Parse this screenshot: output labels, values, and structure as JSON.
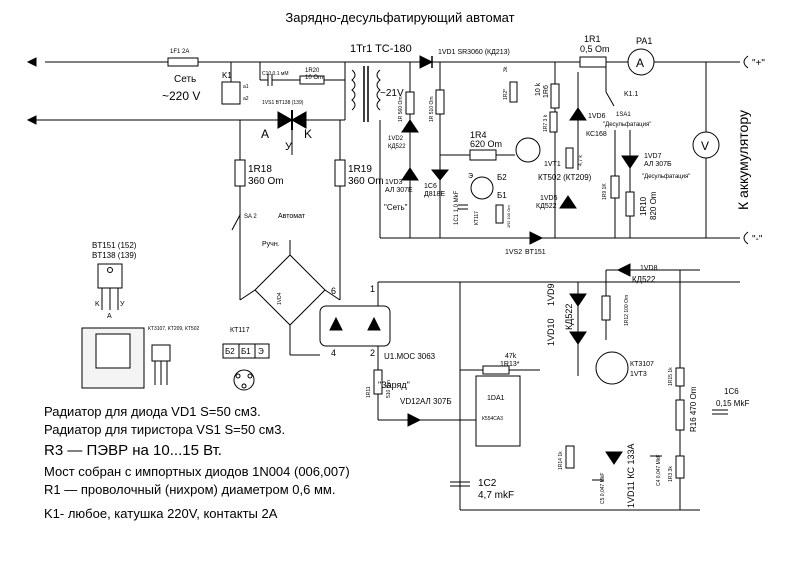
{
  "title": "Зарядно-десульфатирующий автомат",
  "top": {
    "fuse": "1F1 2A",
    "mains_label": "Сеть",
    "mains_voltage": "~220 V",
    "relay": "K1",
    "c10": "C10 0.1 мМ",
    "r20": "1R20",
    "r20_val": "10 Om",
    "thyristor": "1VS1 BT138 (139)",
    "transformer": "1Tr1 TC-180",
    "sec_voltage": "~21V",
    "vd1": "1VD1 SR3060 (КД213)",
    "r1": "1R1",
    "r1_val": "0,5 Om",
    "pa1": "PA1",
    "plus": "\"+\"",
    "minus": "\"-\"",
    "k11": "K1.1",
    "sa1": "1SA1",
    "sa1_name": "\"Десульфатация\"",
    "pin_a": "A",
    "pin_k": "K",
    "pin_y": "У",
    "a1": "a1",
    "a2": "a2",
    "v_meter": "V",
    "to_battery": "К аккумулятору"
  },
  "mid": {
    "r18": "1R18",
    "r18_val": "360 Om",
    "r19": "1R19",
    "r19_val": "360 Om",
    "vd2": "1VD2",
    "vd2_type": "КД522",
    "vd3": "1VD3",
    "vd3_type": "АЛ 307Е",
    "set_label": "\"Сеть\"",
    "r5": "1R 560 Om",
    "r3": "1R 510 Om",
    "c6": "1C6",
    "d818": "Д818Е",
    "r4": "1R4",
    "r4_val": "620 Om",
    "vt1": "1VT1",
    "vt1_type": "КТ502 (КТ209)",
    "b2": "Б2",
    "b1": "Б1",
    "e": "Э",
    "kt117": "КТ117",
    "c1": "1C1 1,0 MkF",
    "r2": "1R2 100 Om",
    "r6": "1R6",
    "r6_val": "10 k",
    "r2k": "1R2*",
    "r2k_val": "3k",
    "r7": "1R7 3 k",
    "vd6": "1VD6",
    "vd6_type": "КС168",
    "r47": "4,7 k",
    "vd5": "1VD5",
    "vd5_type": "КД522",
    "vd7": "1VD7",
    "vd7_type": "АЛ 307Б",
    "vd7_name": "\"Десульфатация\"",
    "r9": "1R9 1K",
    "r10": "1R10",
    "r10_val": "820 Om",
    "vs2": "1VS2",
    "vs2_type": "BT151",
    "sa2": "SA 2",
    "auto": "Автомат",
    "manual": "Ручн.",
    "vd4": "1VD4"
  },
  "lower": {
    "pkg_title": "BT151 (152)",
    "pkg_sub": "BT138 (139)",
    "pkg_k": "K",
    "pkg_y": "У",
    "pkg_a": "A",
    "kt_title": "КТ3107, КТ209, КТ502",
    "kt117_title": "КТ117",
    "pin_b2": "Б2",
    "pin_b1": "Б1",
    "pin_e": "Э",
    "pin6": "6",
    "pin4": "4",
    "pin1": "1",
    "pin2": "2",
    "moc": "U1.MOC 3063",
    "r11": "1R11",
    "r11_val": "510 Om",
    "charge": "\"Заряд\"",
    "vd12": "VD12АЛ 307Б",
    "r13": "1R13*",
    "r13_val": "47k",
    "da1": "1DA1",
    "da1_type": "К554СА3",
    "c2": "1C2",
    "c2_val": "4,7 mkF",
    "vd10": "1VD10",
    "vd9": "1VD9",
    "vd_type": "КД522",
    "vd8": "1VD8",
    "vd8_type": "КД522",
    "r12": "1R12 100 Om",
    "vt3": "КТ3107",
    "vt3_name": "1VT3",
    "r15": "1R15 1k",
    "r16": "R16 470 Om",
    "c6b": "1C6",
    "c6b_val": "0,15 MkF",
    "r3k": "1R3 3k",
    "r14": "1R14 1k",
    "vd11": "1VD11 КС 133А",
    "c4": "C4 0,047 MkF",
    "c5": "C5 0,047 MkF"
  },
  "notes": [
    "Радиатор для диода VD1 S=50 см3.",
    "Радиатор для тиристора  VS1 S=50 см3.",
    "R3 — ПЭВР на 10...15 Вт.",
    "Мост собран с импортных диодов 1N004 (006,007)",
    "R1 — проволочный (нихром) диаметром 0,6 мм.",
    "K1- любое,  катушка 220V,  контакты  2А"
  ]
}
